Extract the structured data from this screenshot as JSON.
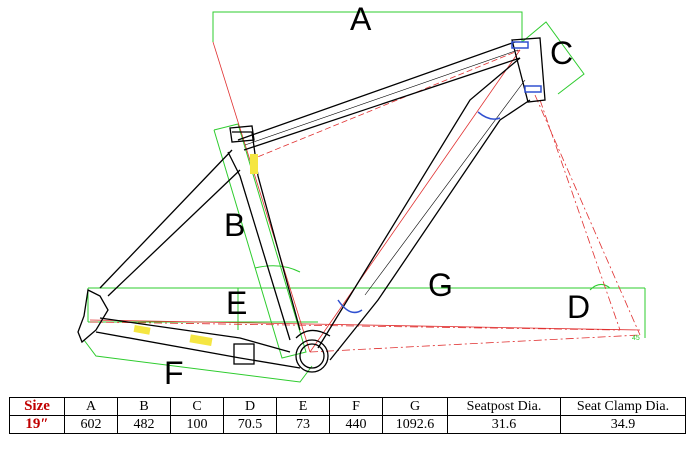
{
  "diagram": {
    "letters": {
      "A": "A",
      "B": "B",
      "C": "C",
      "D": "D",
      "E": "E",
      "F": "F",
      "G": "G"
    },
    "small_label": "45"
  },
  "table": {
    "headers": [
      "Size",
      "A",
      "B",
      "C",
      "D",
      "E",
      "F",
      "G",
      "Seatpost Dia.",
      "Seat Clamp Dia."
    ],
    "values": [
      "19″",
      "602",
      "482",
      "100",
      "70.5",
      "73",
      "440",
      "1092.6",
      "31.6",
      "34.9"
    ]
  },
  "colors": {
    "dimension_lines": "#2ecc2e",
    "center_lines": "#e03030",
    "frame": "#000000",
    "size_text": "#c00000",
    "highlight_yellow": "#f5e642",
    "highlight_blue": "#3050d0"
  }
}
